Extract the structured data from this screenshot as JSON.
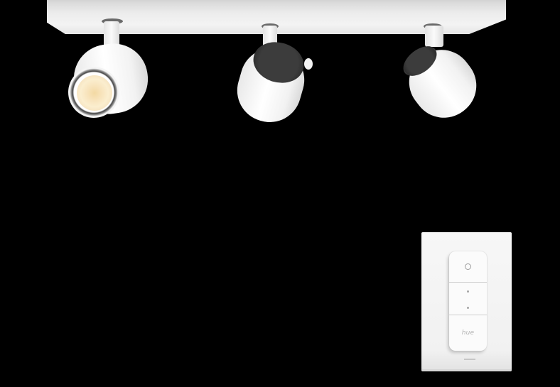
{
  "image": {
    "subject": "White three-spot ceiling spotlight bar with wall-mounted dimmer switch",
    "background_color": "#000000",
    "product_color": "#f2f2f2"
  },
  "spotlights": [
    {
      "id": "left",
      "orientation": "facing-viewer",
      "lens_lit": true,
      "lens_color": "#f6e2b6"
    },
    {
      "id": "center",
      "orientation": "tilted-up",
      "lens_lit": false,
      "interior_color": "#3a3a3a"
    },
    {
      "id": "right",
      "orientation": "tilted-up-left",
      "lens_lit": false,
      "interior_color": "#3a3a3a"
    }
  ],
  "dimmer_switch": {
    "buttons": [
      {
        "name": "power",
        "glyph": "power-icon"
      },
      {
        "name": "brighten",
        "glyph": "dot-icon"
      },
      {
        "name": "dim",
        "glyph": "dot-icon"
      },
      {
        "name": "hue",
        "label": "hue"
      }
    ]
  }
}
